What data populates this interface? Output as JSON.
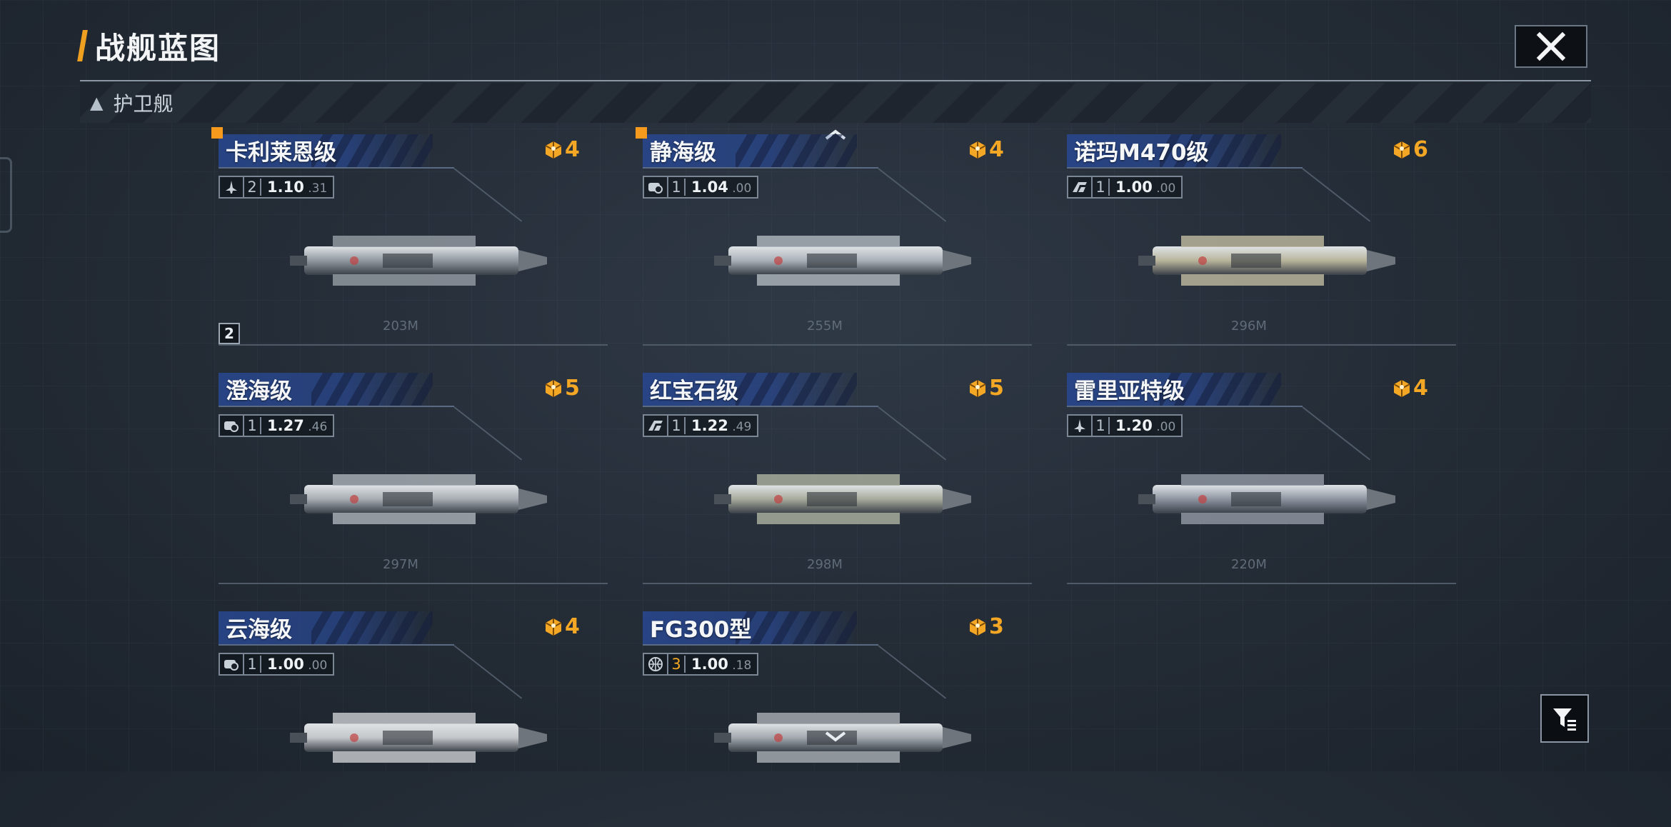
{
  "header": {
    "title": "战舰蓝图",
    "category": "护卫舰"
  },
  "ships": [
    {
      "name": "卡利莱恩级",
      "cost": "4",
      "tier": "2",
      "value_main": "1.10",
      "value_sub": "31",
      "stat_icon": "fighter-icon",
      "length": "203M",
      "flag": true,
      "copies": "2"
    },
    {
      "name": "静海级",
      "cost": "4",
      "tier": "1",
      "value_main": "1.04",
      "value_sub": "00",
      "stat_icon": "shield-icon",
      "length": "255M",
      "flag": true
    },
    {
      "name": "诺玛M470级",
      "cost": "6",
      "tier": "1",
      "value_main": "1.00",
      "value_sub": "00",
      "stat_icon": "nomar-icon",
      "length": "296M"
    },
    {
      "name": "澄海级",
      "cost": "5",
      "tier": "1",
      "value_main": "1.27",
      "value_sub": "46",
      "stat_icon": "shield-icon",
      "length": "297M"
    },
    {
      "name": "红宝石级",
      "cost": "5",
      "tier": "1",
      "value_main": "1.22",
      "value_sub": "49",
      "stat_icon": "nomar-icon",
      "length": "298M"
    },
    {
      "name": "雷里亚特级",
      "cost": "4",
      "tier": "1",
      "value_main": "1.20",
      "value_sub": "00",
      "stat_icon": "fighter-icon",
      "length": "220M"
    },
    {
      "name": "云海级",
      "cost": "4",
      "tier": "1",
      "value_main": "1.00",
      "value_sub": "00",
      "stat_icon": "shield-icon"
    },
    {
      "name": "FG300型",
      "cost": "3",
      "tier": "3",
      "value_main": "1.00",
      "value_sub": "18",
      "stat_icon": "globe-icon"
    }
  ],
  "colors": {
    "accent": "#f3a724",
    "flag": "#f59a1c",
    "name_bar": "#28468c"
  }
}
